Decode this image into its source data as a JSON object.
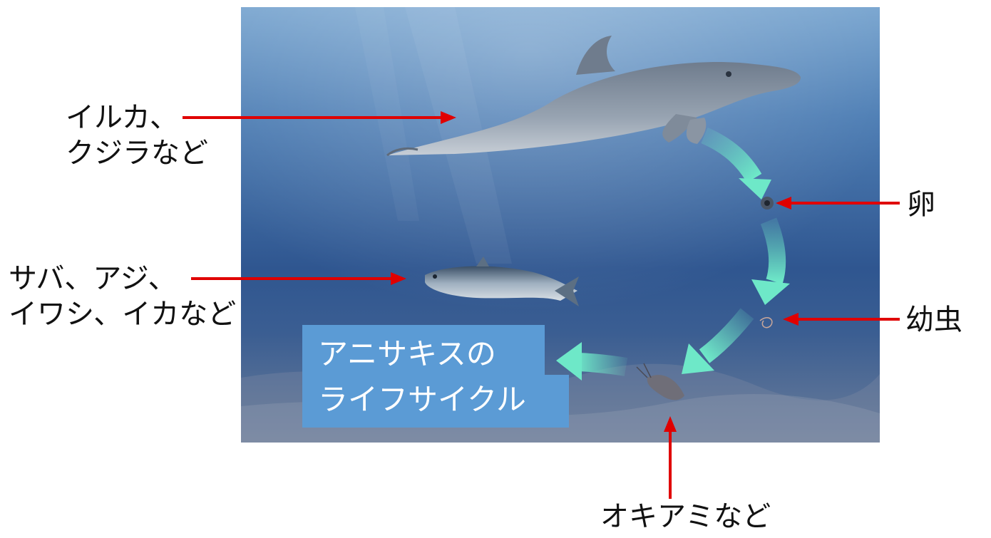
{
  "labels": {
    "whale": [
      "イルカ、",
      "クジラなど"
    ],
    "fish": [
      "サバ、アジ、",
      "イワシ、イカなど"
    ],
    "egg": "卵",
    "larva": "幼虫",
    "krill": "オキアミなど"
  },
  "title": [
    "アニサキスの",
    "ライフサイクル"
  ],
  "colors": {
    "arrow_red": "#e00000",
    "cycle_arrow": "#6ee8c8",
    "title_box": "#5b9bd5",
    "water_top": "#6f9fca",
    "water_deep": "#2e4f86",
    "seabed": "#5d6f8f"
  }
}
